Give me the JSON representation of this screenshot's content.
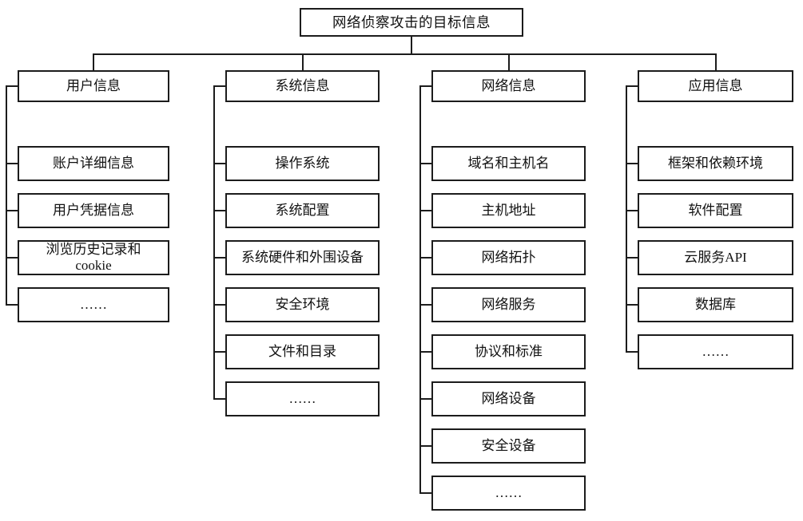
{
  "diagram": {
    "title": "网络侦察攻击的目标信息",
    "root": {
      "label": "网络侦察攻击的目标信息"
    },
    "branches": [
      {
        "label": "用户信息",
        "children": [
          "账户详细信息",
          "用户凭据信息",
          "浏览历史记录和\ncookie",
          "……"
        ]
      },
      {
        "label": "系统信息",
        "children": [
          "操作系统",
          "系统配置",
          "系统硬件和外围设备",
          "安全环境",
          "文件和目录",
          "……"
        ]
      },
      {
        "label": "网络信息",
        "children": [
          "域名和主机名",
          "主机地址",
          "网络拓扑",
          "网络服务",
          "协议和标准",
          "网络设备",
          "安全设备",
          "……"
        ]
      },
      {
        "label": "应用信息",
        "children": [
          "框架和依赖环境",
          "软件配置",
          "云服务API",
          "数据库",
          "……"
        ]
      }
    ],
    "line_color": "#1c1c1c",
    "background_color": "#ffffff"
  }
}
